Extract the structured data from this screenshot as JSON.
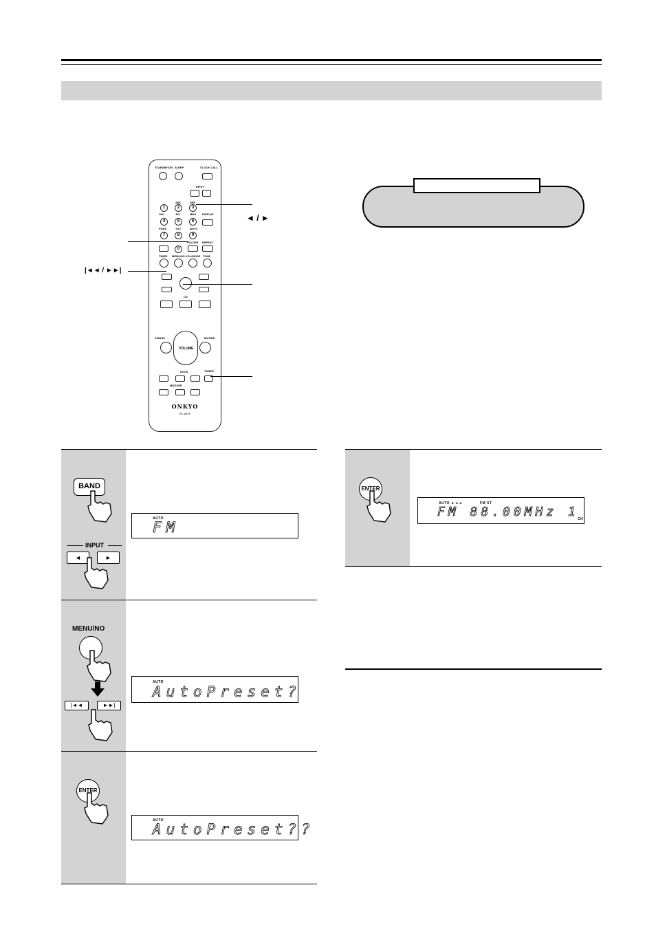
{
  "remote": {
    "labels": {
      "standby": "STANDBY/ON",
      "sleep": "SLEEP",
      "clock": "CLOCK CALL",
      "input": "INPUT",
      "abc": "ABC",
      "def": "DEF",
      "display": "DISPLAY",
      "ghi": "GHI",
      "jkl": "JKL",
      "mno": "MNO",
      "pqrs": "PQRS",
      "tuv": "TUV",
      "wxyz": "WXYZ",
      "folder": "FOLDER",
      "repeat": "REPEAT",
      "timer": "TIMER",
      "menu_no": "MENU/NO",
      "vol_mode": "VOL/MODE",
      "tone": "TONE",
      "cd": "CD",
      "sbass": "S.BASS",
      "muting": "MUTING",
      "volume": "VOLUME",
      "dock": "DOCK",
      "tuner": "TUNER",
      "md_tape": "MD/TAPE",
      "brand": "ONKYO",
      "model": "RC-653S"
    },
    "digits": [
      "1",
      "2",
      "3",
      "4",
      "5",
      "6",
      "7",
      "8",
      "9",
      "0"
    ],
    "callouts": {
      "input_arrows": "◄ / ►",
      "skip_arrows": "|◄◄ / ►►|"
    }
  },
  "steps": {
    "band_label": "BAND",
    "input_label": "INPUT",
    "menu_label": "MENU/NO",
    "enter_label": "ENTER",
    "lcd1": {
      "indicator": "AUTO",
      "text": "FM"
    },
    "lcd2": {
      "indicator": "AUTO",
      "text": "AutoPreset?"
    },
    "lcd3": {
      "indicator": "AUTO",
      "text": "AutoPreset??"
    },
    "lcd4": {
      "indicator": "AUTO  ►◄◄",
      "indicator2": "FM ST",
      "text": "FM  88.00MHz  1",
      "unit": "CH"
    }
  },
  "colors": {
    "panel_gray": "#d3d3d3",
    "ink": "#000000"
  }
}
